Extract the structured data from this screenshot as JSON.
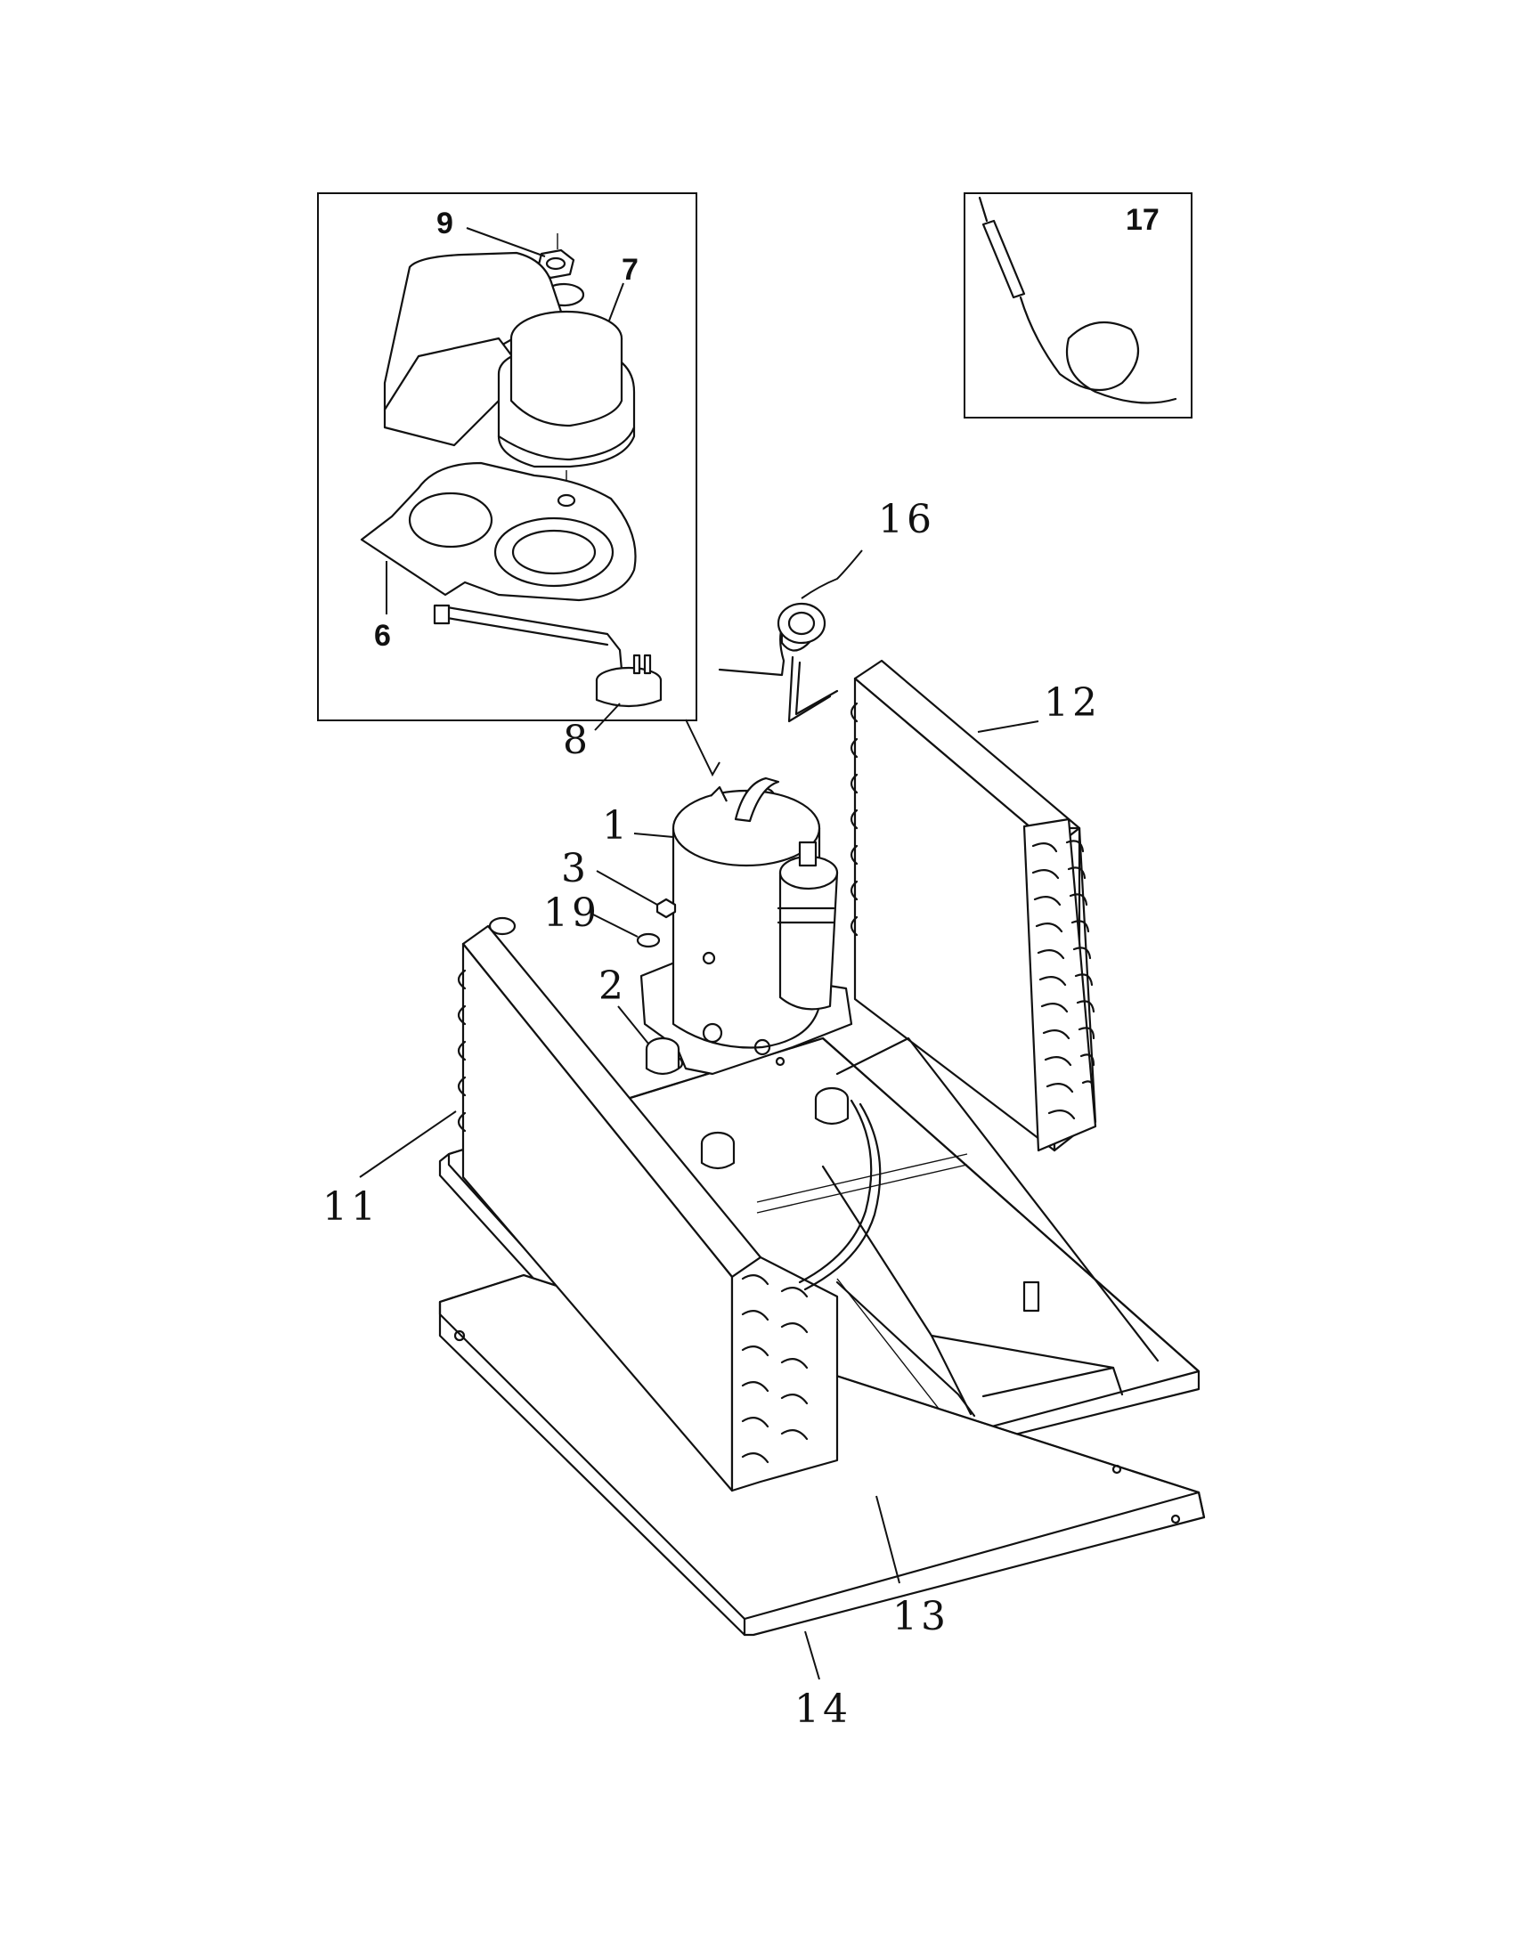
{
  "labels": {
    "l1": "1",
    "l2": "2",
    "l3": "3",
    "l6": "6",
    "l7": "7",
    "l8": "8",
    "l9": "9",
    "l11": "11",
    "l12": "12",
    "l13": "13",
    "l14": "14",
    "l16": "16",
    "l17": "17",
    "l19": "19"
  }
}
